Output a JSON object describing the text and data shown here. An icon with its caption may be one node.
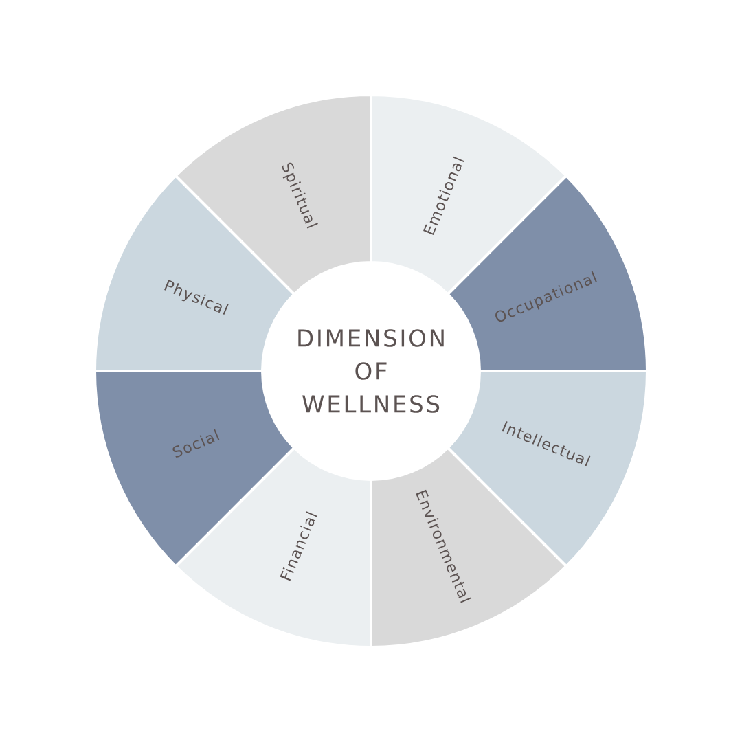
{
  "diagram": {
    "nodes": [
      {
        "text": [
          "DIMENSION OF WELLNESS"
        ]
      },
      {
        "text": [
          "Emotional"
        ]
      },
      {
        "text": [
          "Occupational"
        ]
      },
      {
        "text": [
          "Intellectual"
        ]
      },
      {
        "text": [
          "Environmental"
        ]
      },
      {
        "text": [
          "Financial"
        ]
      },
      {
        "text": [
          "Social"
        ]
      },
      {
        "text": [
          "Physical"
        ]
      },
      {
        "text": [
          "Spiritual"
        ]
      }
    ]
  }
}
